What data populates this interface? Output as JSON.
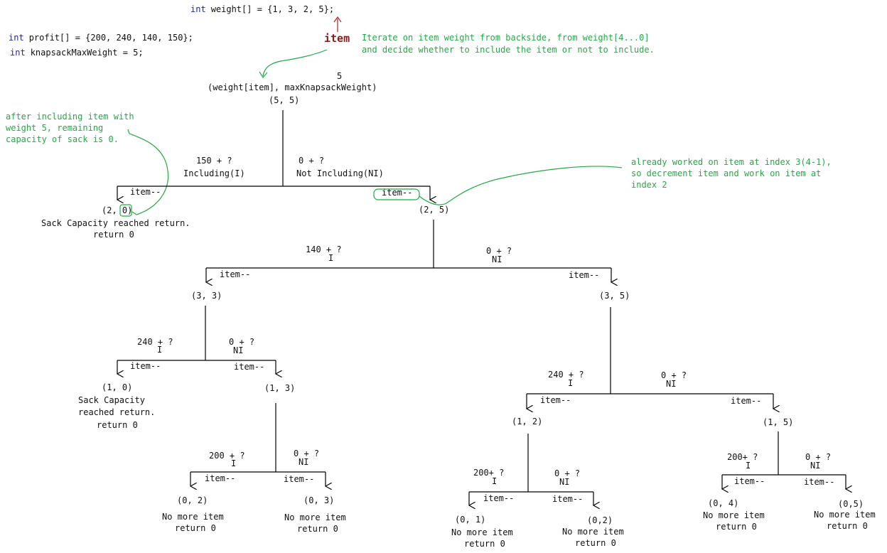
{
  "code": {
    "weight_kw": "int",
    "weight_rest": "weight[] = {1, 3, 2, 5};",
    "profit_kw": "int",
    "profit_rest": "profit[] = {200, 240, 140, 150};",
    "ksw_kw": "int",
    "ksw_rest": "knapsackMaxWeight = 5;"
  },
  "item_label": "item",
  "iterate_note": [
    "Iterate on item weight from backside, from weight[4...0]",
    "and decide whether to include the item or not to include."
  ],
  "root": {
    "above": "5",
    "signature": "(weight[item], maxKnapsackWeight)",
    "value": "(5, 5)"
  },
  "notes": {
    "left": [
      "after including item with",
      "weight 5, remaining",
      "capacity of sack is 0."
    ],
    "right": [
      "already worked on item at index 3(4-1),",
      "so decrement item and work on item at",
      "index 2"
    ]
  },
  "edge_labels": {
    "root_inc": [
      "150 + ?",
      "Including(I)"
    ],
    "root_not": [
      "0 + ?",
      "Not Including(NI)"
    ],
    "n25_inc": [
      "140 + ?",
      "I"
    ],
    "n25_not": [
      "0 + ?",
      "NI"
    ],
    "n33_inc": [
      "240 + ?",
      "I"
    ],
    "n33_not": [
      "0 + ?",
      "NI"
    ],
    "n35_inc": [
      "240 + ?",
      "I"
    ],
    "n35_not": [
      "0 + ?",
      "NI"
    ],
    "n13_inc": [
      "200 + ?",
      "I"
    ],
    "n13_not": [
      "0 + ?",
      "NI"
    ],
    "n12_inc": [
      "200+ ?",
      "I"
    ],
    "n12_not": [
      "0 + ?",
      "NI"
    ],
    "n15_inc": [
      "200+ ?",
      "I"
    ],
    "n15_not": [
      "0 + ?",
      "NI"
    ]
  },
  "decrement": "item--",
  "nodes": {
    "n20": "(2, 0)",
    "n25": "(2, 5)",
    "n33": "(3, 3)",
    "n35": "(3, 5)",
    "n10": "(1, 0)",
    "n13": "(1, 3)",
    "n12": "(1, 2)",
    "n15": "(1, 5)",
    "n02": "(0, 2)",
    "n03": "(0, 3)",
    "n01": "(0, 1)",
    "n02b": "(0,2)",
    "n04": "(0, 4)",
    "n05": "(0,5)"
  },
  "leaf_text": {
    "n20": [
      "Sack Capacity reached return.",
      "return 0"
    ],
    "n10": [
      "Sack Capacity",
      "reached return.",
      "return 0"
    ],
    "no_more": [
      "No more item",
      "return 0"
    ]
  }
}
